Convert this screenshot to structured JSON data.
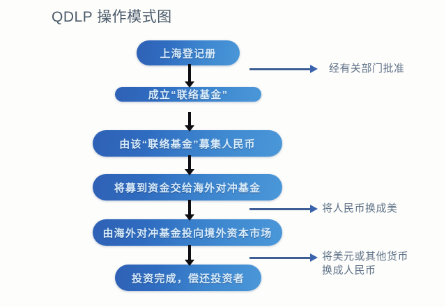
{
  "chart": {
    "title": "QDLP 操作模式图",
    "type": "flowchart",
    "background_color": "#fdfdfb",
    "title_color": "#4a5a6a",
    "box_gradient_start": "#2f61b5",
    "box_gradient_end": "#4a97d8",
    "box_text_color": "#d8ecfb",
    "connector_color": "#0d0d12",
    "annotation_arrow_color": "#3a63ad",
    "annotation_text_color": "#5e7187"
  },
  "flow": {
    "steps": [
      {
        "id": "step-1",
        "label": "上海登记册"
      },
      {
        "id": "step-2",
        "label": "成立“联络基金”"
      },
      {
        "id": "step-3",
        "label": "由该“联络基金”募集人民币"
      },
      {
        "id": "step-4",
        "label": "将募到资金交给海外对冲基金"
      },
      {
        "id": "step-5",
        "label": "由海外对冲基金投向境外资本市场"
      },
      {
        "id": "step-6",
        "label": "投资完成，偿还投资者"
      }
    ]
  },
  "annotations": [
    {
      "id": "annotation-1",
      "text": "经有关部门批准",
      "attached_between": "step-1 → step-2"
    },
    {
      "id": "annotation-2",
      "text": "将人民币换成美",
      "attached_between": "step-4 → step-5"
    },
    {
      "id": "annotation-3",
      "line1": "将美元或其他货币",
      "line2": "换成人民币",
      "attached_between": "step-5 → step-6"
    }
  ]
}
